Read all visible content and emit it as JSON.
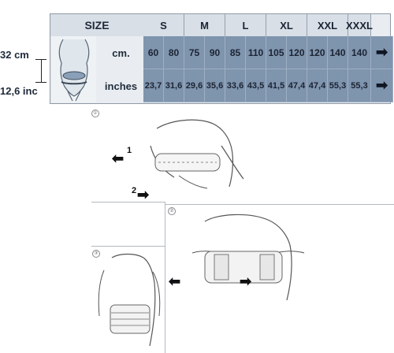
{
  "left_labels": {
    "cm": "32 cm",
    "inches": "12,6 inc"
  },
  "table": {
    "size_label": "SIZE",
    "row_labels": {
      "cm": "cm.",
      "inches": "inches"
    },
    "sizes": [
      "S",
      "M",
      "L",
      "XL",
      "XXL",
      "XXXL"
    ],
    "cm_values": [
      "60",
      "80",
      "75",
      "90",
      "85",
      "110",
      "105",
      "120",
      "120",
      "140",
      "140"
    ],
    "inch_values": [
      "23,7",
      "31,6",
      "29,6",
      "35,6",
      "33,6",
      "43,5",
      "41,5",
      "47,4",
      "47,4",
      "55,3",
      "55,3"
    ]
  },
  "instructions": {
    "steps": [
      "1",
      "2"
    ],
    "circles": [
      "①",
      "②",
      "③"
    ]
  },
  "icons": {
    "arrow": "arrow-right-icon"
  }
}
